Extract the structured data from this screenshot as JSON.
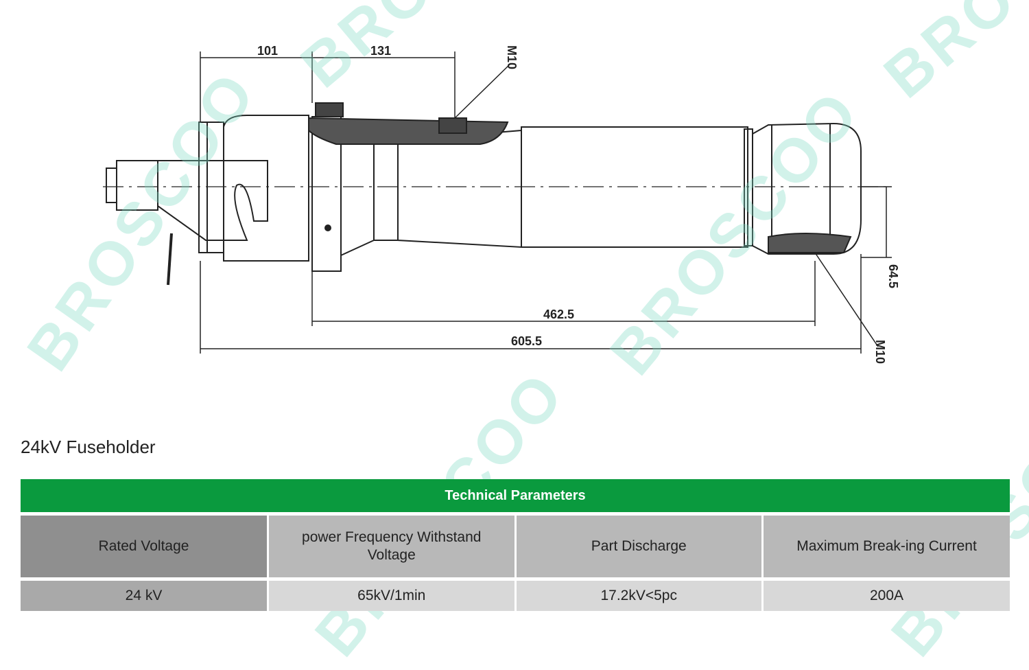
{
  "drawing": {
    "dimensions": {
      "d101": "101",
      "d131": "131",
      "m10_top": "M10",
      "d462": "462.5",
      "d605": "605.5",
      "d64": "64.5",
      "m10_bottom": "M10"
    }
  },
  "watermark": {
    "text": "BROSCOO"
  },
  "product": {
    "title": "24kV Fuseholder"
  },
  "table": {
    "header": "Technical Parameters",
    "labels": [
      "Rated Voltage",
      "power Frequency Withstand Voltage",
      "Part Discharge",
      "Maximum Break-ing Current"
    ],
    "values": [
      "24 kV",
      "65kV/1min",
      "17.2kV<5pc",
      "200A"
    ]
  }
}
